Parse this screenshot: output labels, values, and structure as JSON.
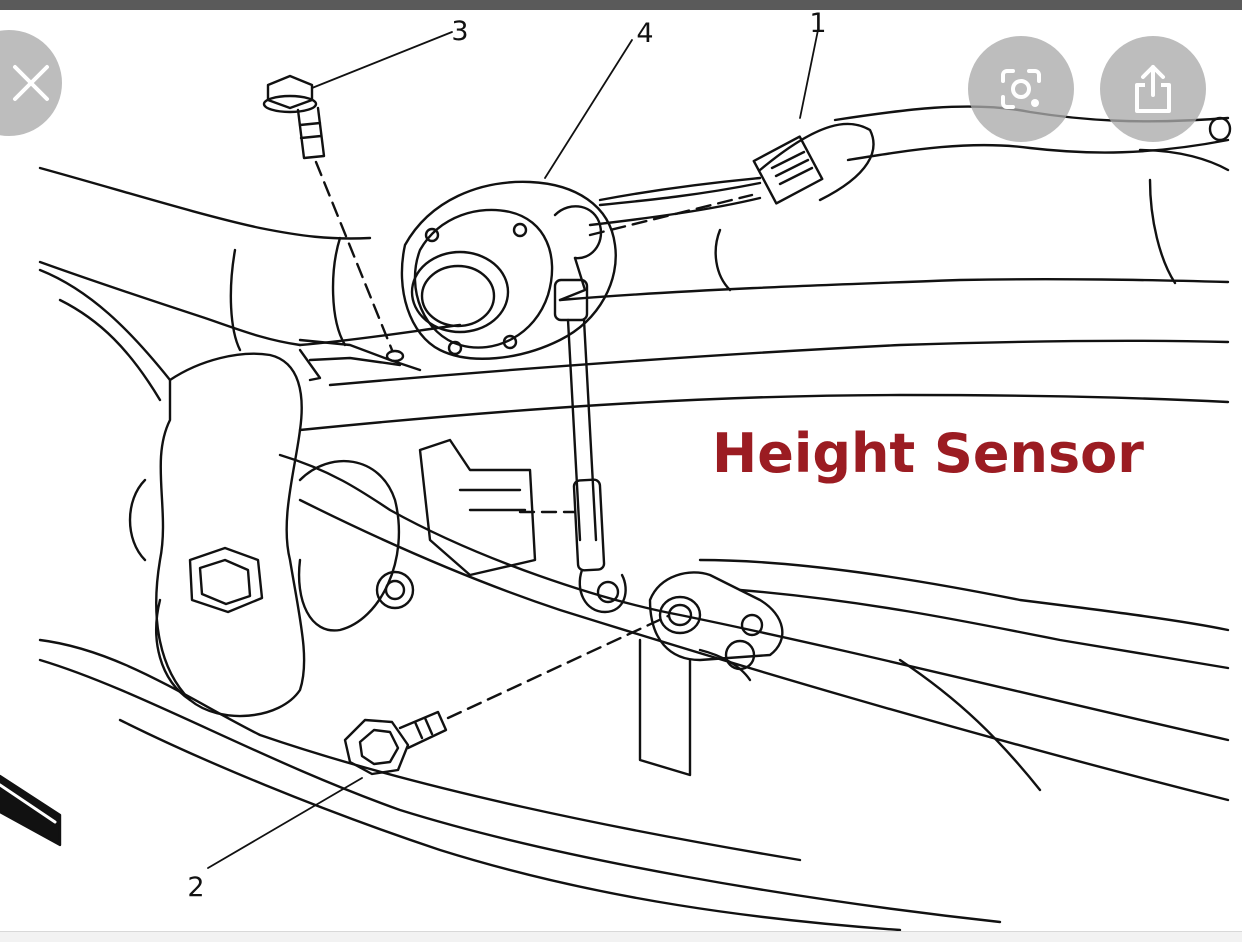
{
  "viewer": {
    "close_icon": "close-icon",
    "lens_icon": "visual-search-icon",
    "share_icon": "share-icon"
  },
  "diagram": {
    "title": "Height Sensor",
    "title_color": "#9b1c22",
    "callouts": [
      "1",
      "2",
      "3",
      "4"
    ]
  }
}
